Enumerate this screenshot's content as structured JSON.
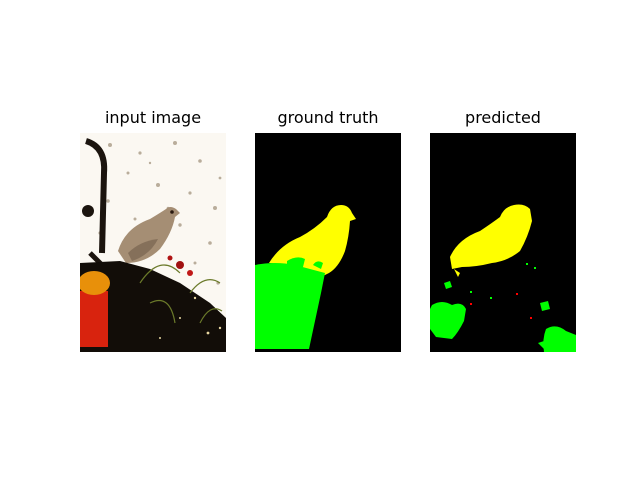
{
  "panels": [
    {
      "title": "input image"
    },
    {
      "title": "ground truth"
    },
    {
      "title": "predicted"
    }
  ],
  "colors": {
    "background": "#000000",
    "bird_class": "#ffff00",
    "pot_class": "#00ff00",
    "noise_pixels": "#ff0000"
  }
}
